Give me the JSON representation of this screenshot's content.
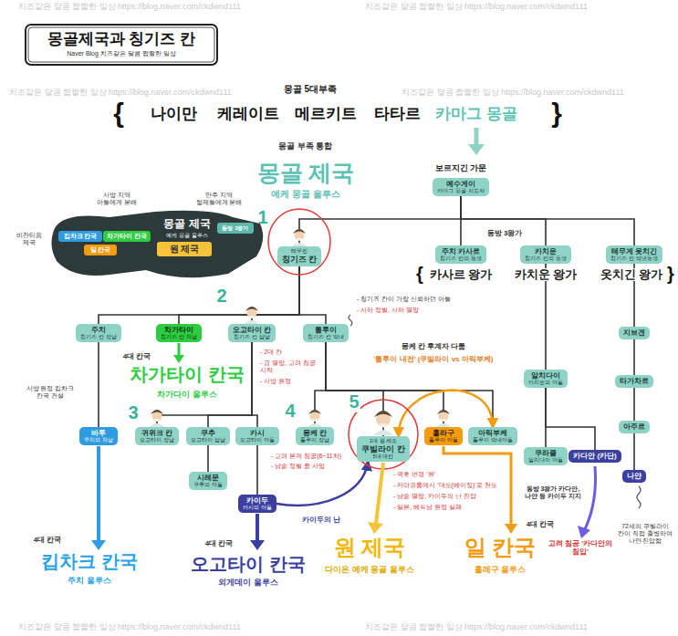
{
  "diagram": {
    "title": "몽골제국과 칭기즈 칸",
    "nodes": [
      {
        "text": [
          "예수게이",
          "카마그 몽골 지도자"
        ]
      },
      {
        "text": [
          "테무진",
          "칭기즈 칸"
        ]
      },
      {
        "text": [
          "주치 카사르",
          "칭기즈 칸의 동생"
        ]
      },
      {
        "text": [
          "카치운",
          "칭기즈 칸의 동생"
        ]
      },
      {
        "text": [
          "테무게 옷치긴",
          "칭기즈 칸 막냇동생"
        ]
      },
      {
        "text": [
          "주치",
          "칭기즈 칸 장남"
        ]
      },
      {
        "text": [
          "차가타이",
          "칭기즈 칸 차남"
        ]
      },
      {
        "text": [
          "오고타이 칸",
          "칭기즈 칸 삼남"
        ]
      },
      {
        "text": [
          "톨루이",
          "칭기즈 칸 막내"
        ]
      },
      {
        "text": [
          "알치다이",
          "카치운의 아들"
        ]
      },
      {
        "text": [
          "지브겐"
        ]
      },
      {
        "text": [
          "타가차르"
        ]
      },
      {
        "text": [
          "아주르"
        ]
      },
      {
        "text": [
          "나얀"
        ]
      },
      {
        "text": [
          "바투",
          "주치의 차남"
        ]
      },
      {
        "text": [
          "귀위크 칸",
          "오고타이 장남"
        ]
      },
      {
        "text": [
          "쿠추",
          "오고타이 삼남"
        ]
      },
      {
        "text": [
          "카시",
          "오고타이 아들"
        ]
      },
      {
        "text": [
          "시레문",
          "쿠추의 아들"
        ]
      },
      {
        "text": [
          "카이두",
          "카시의 아들"
        ]
      },
      {
        "text": [
          "몽케 칸",
          "톨루이 장남"
        ]
      },
      {
        "text": [
          "1대 원 세조",
          "쿠빌라이 칸",
          "5대 대칸"
        ]
      },
      {
        "text": [
          "훌라구",
          "톨루이 아들"
        ]
      },
      {
        "text": [
          "아릭부케",
          "톨루이 막내아들"
        ]
      },
      {
        "text": [
          "쿠라클",
          "알치다이 아들"
        ]
      },
      {
        "text": [
          "카다안 (카단)"
        ]
      }
    ],
    "edges": [
      {
        "from": 0,
        "to": 1,
        "arrow": "none"
      },
      {
        "from": 0,
        "to": 2,
        "arrow": "none"
      },
      {
        "from": 0,
        "to": 3,
        "arrow": "none"
      },
      {
        "from": 0,
        "to": 4,
        "arrow": "none"
      },
      {
        "from": 1,
        "to": 5,
        "arrow": "none"
      },
      {
        "from": 1,
        "to": 6,
        "arrow": "none"
      },
      {
        "from": 1,
        "to": 7,
        "arrow": "none"
      },
      {
        "from": 1,
        "to": 8,
        "arrow": "none"
      },
      {
        "from": 5,
        "to": 14,
        "arrow": "none"
      },
      {
        "from": 7,
        "to": 15,
        "arrow": "none"
      },
      {
        "from": 7,
        "to": 16,
        "arrow": "none"
      },
      {
        "from": 7,
        "to": 17,
        "arrow": "none"
      },
      {
        "from": 16,
        "to": 18,
        "arrow": "none"
      },
      {
        "from": 17,
        "to": 19,
        "arrow": "none"
      },
      {
        "from": 8,
        "to": 20,
        "arrow": "none"
      },
      {
        "from": 8,
        "to": 21,
        "arrow": "none"
      },
      {
        "from": 8,
        "to": 22,
        "arrow": "none"
      },
      {
        "from": 8,
        "to": 23,
        "arrow": "none"
      },
      {
        "from": 3,
        "to": 9,
        "arrow": "none"
      },
      {
        "from": 9,
        "to": 24,
        "arrow": "none"
      },
      {
        "from": 9,
        "to": 25,
        "arrow": "none"
      },
      {
        "from": 4,
        "to": 10,
        "arrow": "none"
      },
      {
        "from": 10,
        "to": 11,
        "arrow": "none"
      },
      {
        "from": 11,
        "to": 12,
        "arrow": "none"
      },
      {
        "from": 12,
        "to": 13,
        "arrow": "none"
      },
      {
        "from": 19,
        "to": 21,
        "label": "카이두의 난",
        "arrow": "to"
      },
      {
        "from": 21,
        "to": 23,
        "arrow": "both"
      }
    ],
    "labels": [
      "Naver Blog 치즈같은 달콤 짭짤한 일상",
      "몽골 5대부족",
      "{",
      "나이만",
      "케레이트",
      "메르키트",
      "타타르",
      "카마그 몽골",
      "}",
      "몽골 부족 통합",
      "몽골 제국",
      "예케 몽골 울루스",
      "보르지긴 가문",
      "서방 지역 아들에게 분배",
      "만주 지역 형제들에게 분배",
      "비잔티움 제국",
      "몽골 제국",
      "예케 몽골 울루스",
      "차가타이 칸국",
      "킵차크 칸국",
      "일 칸국",
      "원 제국",
      "동방 3왕가",
      "1",
      "2",
      "3",
      "4",
      "5",
      "동방 3왕가",
      "{",
      "카사르 왕가",
      "카치운 왕가",
      "옷치긴 왕가",
      "}",
      "- 칭기즈 칸이 가장 신뢰하던 아들",
      "- 서하 정벌, 서하 멸망",
      "4대 칸국",
      "차가타이 칸국",
      "차가다이 울루스",
      "- 2대 칸",
      "- 금 멸망, 고려 침공 시작",
      "- 서방 원정",
      "서방 원정 킵차크 칸국 건설",
      "몽케 칸 후계자 다툼",
      "'톨루이 내전' (쿠빌라이 vs 아릭부케)",
      "- 고려 본격 침공(6~11차)",
      "- 남송 정벌 중 사망",
      "- 국호 변경 '원'",
      "- 카라코룸에서 '대도(베이징)'로 천도",
      "- 남송 멸망, 카이두의 난 진압",
      "- 일본, 베트남 원정 실패",
      "동방 3왕가 카다안, 나얀 등 카이두 지지",
      "고려 침공 '카다안의 침입'",
      "72세의 쿠빌라이 칸이 직접 출병하여 나얀 진압함",
      "4대 칸국",
      "킵차크 칸국",
      "주치 울루스",
      "4대 칸국",
      "오고타이 칸국",
      "외게데이 울루스",
      "원 제국",
      "다이온 예케 몽골 울루스",
      "4대 칸국",
      "일 칸국",
      "훌레구 울루스",
      "치즈같은 달콤 짭짤한 일상 https://blog.naver.com/ckdwnd111",
      "치즈같은 달콤 짭짤한 일상 https://blog.naver.com/ckdwnd111",
      "치즈같은 달콤 짭짤한 일상 https://blog.naver.com/ckdwnd111",
      "치즈같은 달콤 짭짤한 일상 https://blog.naver.com/ckdwnd111",
      "치즈같은 달콤 짭짤한 일상 https://blog.naver.com/ckdwnd111",
      "치즈같은 달콤 짭짤한 일상 https://blog.naver.com/ckdwnd111"
    ]
  }
}
